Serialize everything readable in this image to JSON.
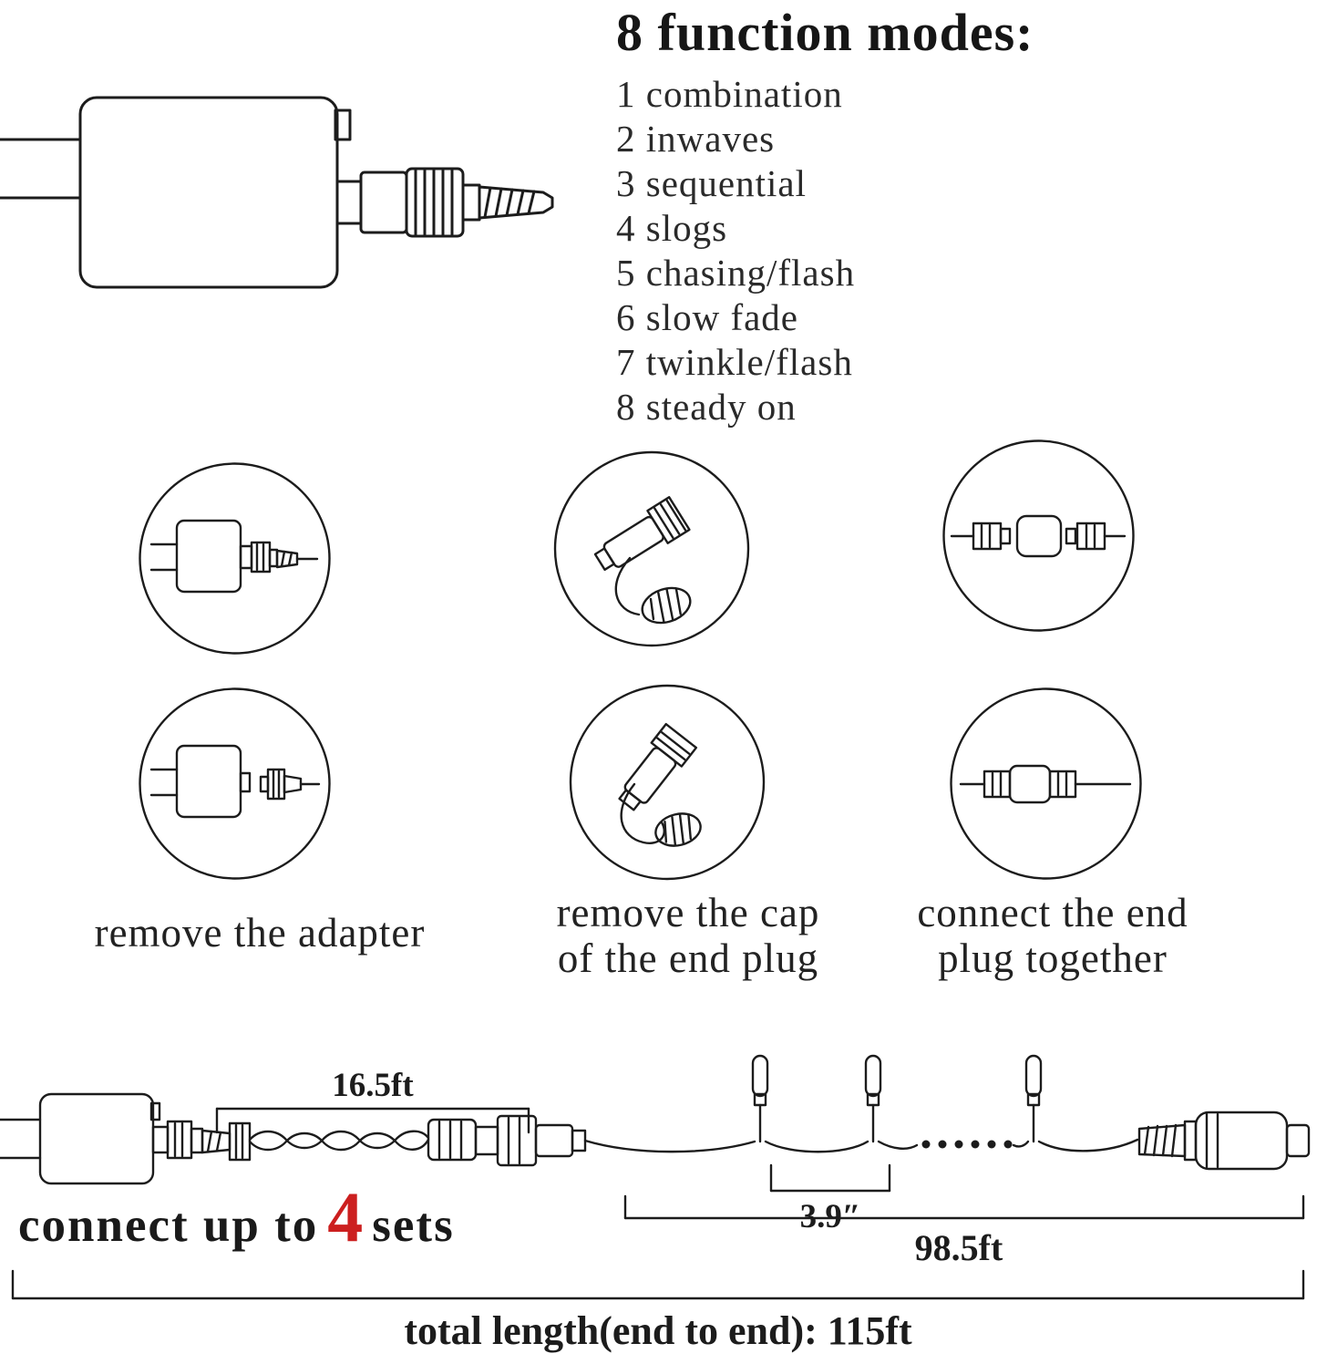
{
  "modes": {
    "title": "8 function modes:",
    "items": [
      "1 combination",
      "2 inwaves",
      "3 sequential",
      "4 slogs",
      "5 chasing/flash",
      "6 slow fade",
      "7 twinkle/flash",
      "8 steady on"
    ]
  },
  "steps": [
    {
      "caption_line1": "remove the adapter",
      "caption_line2": ""
    },
    {
      "caption_line1": "remove the cap",
      "caption_line2": "of the end plug"
    },
    {
      "caption_line1": "connect the end",
      "caption_line2": "plug together"
    }
  ],
  "diagram": {
    "lead_length": "16.5ft",
    "bulb_spacing": "3.9″",
    "string_length": "98.5ft",
    "total_length": "total length(end to end): 115ft",
    "connect": {
      "prefix": "connect up to",
      "count": "4",
      "suffix": "sets"
    }
  },
  "colors": {
    "ink": "#1c1c1c",
    "accent_red": "#cc1f1f"
  }
}
